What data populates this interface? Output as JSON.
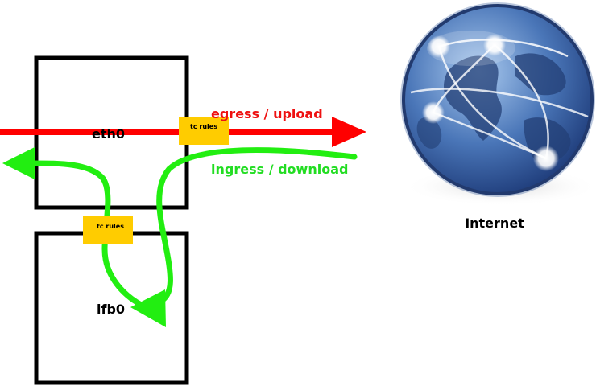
{
  "boxes": {
    "eth0": {
      "label": "eth0"
    },
    "ifb0": {
      "label": "ifb0"
    }
  },
  "tc_rules": {
    "eth0_label": "tc rules",
    "ifb0_label": "tc rules"
  },
  "flows": {
    "egress_label": "egress / upload",
    "ingress_label": "ingress / download"
  },
  "internet": {
    "label": "Internet",
    "icon": "globe-icon"
  },
  "colors": {
    "egress": "#ff0000",
    "ingress": "#22ee11",
    "tc_box": "#ffcc00"
  }
}
